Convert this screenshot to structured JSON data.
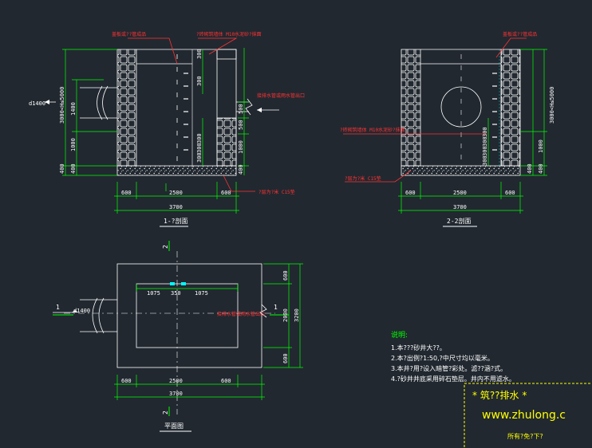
{
  "section_11": {
    "title": "1-?剖面",
    "callout_top_left": "盖板或??管成品",
    "callout_top_right": "?砖砌筑墙体 M10水泥砂?抹面",
    "callout_right": "接排水管或雨水管出口",
    "callout_bottom": "?层为?米 C15垫",
    "pipe_label": "d1400",
    "h_dims": [
      "600",
      "2500",
      "600",
      "3700"
    ],
    "v_left": [
      "1400",
      "1000",
      "400",
      "400",
      "3000<H≤5000"
    ],
    "v_inner": [
      "300",
      "300",
      "300",
      "300",
      "300"
    ],
    "v_right": [
      "500",
      "500",
      "1000",
      "400"
    ]
  },
  "section_22": {
    "title": "2-2剖面",
    "callout_top": "盖板或??管成品",
    "callout_mid": "?砖砌筑墙体 M10水泥砂?抹面",
    "callout_bottom": "?层为?米 C15垫",
    "h_dims": [
      "600",
      "2500",
      "600",
      "3700"
    ],
    "v_right": [
      "3000<H≤5000",
      "1000",
      "400",
      "400"
    ],
    "v_inner": [
      "300",
      "300",
      "300",
      "300"
    ]
  },
  "plan": {
    "title": "平面图",
    "mark_left": "1",
    "mark_right": "1",
    "mark_top": "2",
    "mark_bottom": "2",
    "pipe_label": "d1400",
    "callout": "接排水管或雨水管出口",
    "top_dims": [
      "1075",
      "350",
      "1075"
    ],
    "right_dims": [
      "600",
      "2000",
      "600",
      "3200"
    ],
    "bottom_dims": [
      "600",
      "2500",
      "600",
      "3700"
    ]
  },
  "notes": {
    "heading": "说明:",
    "lines": [
      "1.本???砂井大??。",
      "2.本?出例?1:50,?中尺寸均以毫米。",
      "3.本井?用?设入暗管?彩处。滤??涵?式。",
      "4.?砂井井底采用碎石垫层。井内不用滤水。"
    ]
  },
  "watermark": {
    "line1": "* 筑??排水 *",
    "line2": "www.zhulong.c",
    "line3": "所有?免?下?"
  },
  "colors": {
    "background": "#212830",
    "outline": "#ffffff",
    "dimension": "#00ff00",
    "annotation": "#ff3333",
    "centerline": "#ffffff",
    "watermark": "#ffff00"
  }
}
